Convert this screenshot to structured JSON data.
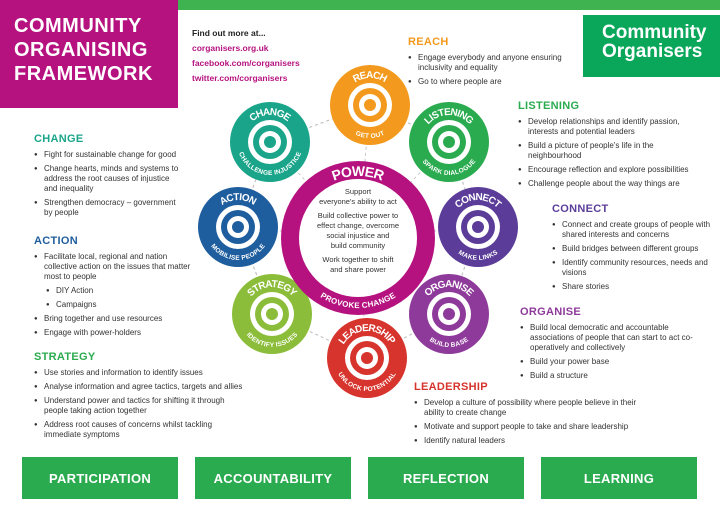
{
  "title": {
    "line1": "COMMUNITY",
    "line2": "ORGANISING",
    "line3": "FRAMEWORK"
  },
  "links": {
    "header": "Find out more at...",
    "items": [
      "corganisers.org.uk",
      "facebook.com/corganisers",
      "twitter.com/corganisers"
    ]
  },
  "logo": {
    "line1": "Community",
    "line2": "Organisers"
  },
  "colors": {
    "magenta": "#b5127f",
    "green": "#2bab4f",
    "orange": "#f39a1e",
    "teal": "#1aa58a",
    "purple": "#5b3d99",
    "violet": "#8e3a9a",
    "red": "#d6342c",
    "lime": "#8bbd3a",
    "blue": "#1f5e9e"
  },
  "center": {
    "title": "POWER",
    "lines": [
      "Support",
      "everyone's ability to act",
      "Build collective power to",
      "effect change, overcome",
      "social injustice and",
      "build community",
      "Work together to shift",
      "and share power"
    ],
    "footer": "PROVOKE CHANGE"
  },
  "wheels": [
    {
      "name": "REACH",
      "sub": "GET OUT",
      "color": "#f39a1e",
      "icon": "megaphone-icon"
    },
    {
      "name": "LISTENING",
      "sub": "SPARK DIALOGUE",
      "color": "#2bab4f",
      "icon": "ear-icon"
    },
    {
      "name": "CONNECT",
      "sub": "MAKE LINKS",
      "color": "#5b3d99",
      "icon": "link-icon"
    },
    {
      "name": "ORGANISE",
      "sub": "BUILD BASE",
      "color": "#8e3a9a",
      "icon": "people-icon"
    },
    {
      "name": "LEADERSHIP",
      "sub": "UNLOCK POTENTIAL",
      "color": "#d6342c",
      "icon": "star-icon"
    },
    {
      "name": "STRATEGY",
      "sub": "IDENTIFY ISSUES",
      "color": "#8bbd3a",
      "icon": "target-icon"
    },
    {
      "name": "ACTION",
      "sub": "MOBILISE PEOPLE",
      "color": "#1f5e9e",
      "icon": "fist-icon"
    },
    {
      "name": "CHANGE",
      "sub": "CHALLENGE INJUSTICE",
      "color": "#1aa58a",
      "icon": "arrows-icon"
    }
  ],
  "sections": {
    "reach": {
      "heading": "REACH",
      "items": [
        "Engage everybody and anyone ensuring inclusivity and equality",
        "Go to where people are"
      ]
    },
    "listening": {
      "heading": "LISTENING",
      "items": [
        "Develop relationships and identify passion, interests and potential leaders",
        "Build a picture of people's life in the neighbourhood",
        "Encourage reflection and explore possibilities",
        "Challenge people about the way things are"
      ]
    },
    "connect": {
      "heading": "CONNECT",
      "items": [
        "Connect and create groups of people with shared interests and concerns",
        "Build bridges between different groups",
        "Identify community resources, needs and visions",
        "Share stories"
      ]
    },
    "organise": {
      "heading": "ORGANISE",
      "items": [
        "Build local democratic and accountable associations of people that can start to act co-operatively and collectively",
        "Build your power base",
        "Build a structure"
      ]
    },
    "leadership": {
      "heading": "LEADERSHIP",
      "items": [
        "Develop a culture of possibility where people believe in their ability to create change",
        "Motivate and support people to take and share leadership",
        "Identify natural leaders"
      ]
    },
    "change": {
      "heading": "CHANGE",
      "items": [
        "Fight for sustainable change for good",
        "Change hearts, minds and systems to address the root causes of injustice and inequality",
        "Strengthen democracy – government by people"
      ]
    },
    "action": {
      "heading": "ACTION",
      "items": [
        "Facilitate local, regional and nation collective action on the issues that matter most to people",
        "DIY Action",
        "Campaigns",
        "Bring together and use resources",
        "Engage with power-holders"
      ]
    },
    "strategy": {
      "heading": "STRATEGY",
      "items": [
        "Use stories and information to identify issues",
        "Analyse information and agree tactics, targets and allies",
        "Understand power and tactics for shifting it through people taking action together",
        "Address root causes of concerns whilst tackling immediate symptoms"
      ]
    }
  },
  "footer_bars": [
    "PARTICIPATION",
    "ACCOUNTABILITY",
    "REFLECTION",
    "LEARNING"
  ]
}
